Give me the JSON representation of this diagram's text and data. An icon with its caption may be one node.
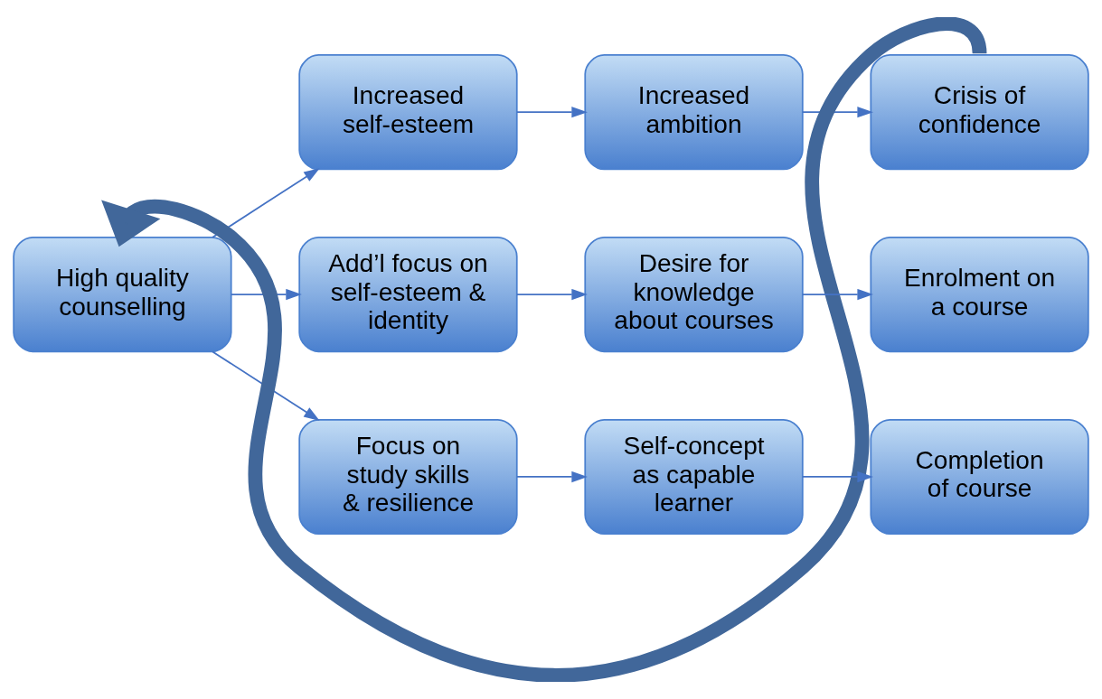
{
  "diagram": {
    "nodes": [
      {
        "text": [
          "High quality counselling"
        ]
      },
      {
        "text": [
          "Increased self-esteem"
        ]
      },
      {
        "text": [
          "Increased ambition"
        ]
      },
      {
        "text": [
          "Crisis of confidence"
        ]
      },
      {
        "text": [
          "Add’l focus on self-esteem & identity"
        ]
      },
      {
        "text": [
          "Desire for knowledge about courses"
        ]
      },
      {
        "text": [
          "Enrolment on a course"
        ]
      },
      {
        "text": [
          "Focus on study skills & resilience"
        ]
      },
      {
        "text": [
          "Self-concept as capable learner"
        ]
      },
      {
        "text": [
          "Completion of course"
        ]
      }
    ],
    "edges": [
      {
        "from": 0,
        "to": 1,
        "arrow": "to"
      },
      {
        "from": 1,
        "to": 2,
        "arrow": "to"
      },
      {
        "from": 2,
        "to": 3,
        "arrow": "to"
      },
      {
        "from": 3,
        "to": 0,
        "arrow": "to",
        "style": "thick",
        "color": "#41679a"
      },
      {
        "from": 0,
        "to": 4,
        "arrow": "to"
      },
      {
        "from": 4,
        "to": 5,
        "arrow": "to"
      },
      {
        "from": 5,
        "to": 6,
        "arrow": "to"
      },
      {
        "from": 0,
        "to": 7,
        "arrow": "to"
      },
      {
        "from": 7,
        "to": 8,
        "arrow": "to"
      },
      {
        "from": 8,
        "to": 9,
        "arrow": "to"
      }
    ]
  }
}
